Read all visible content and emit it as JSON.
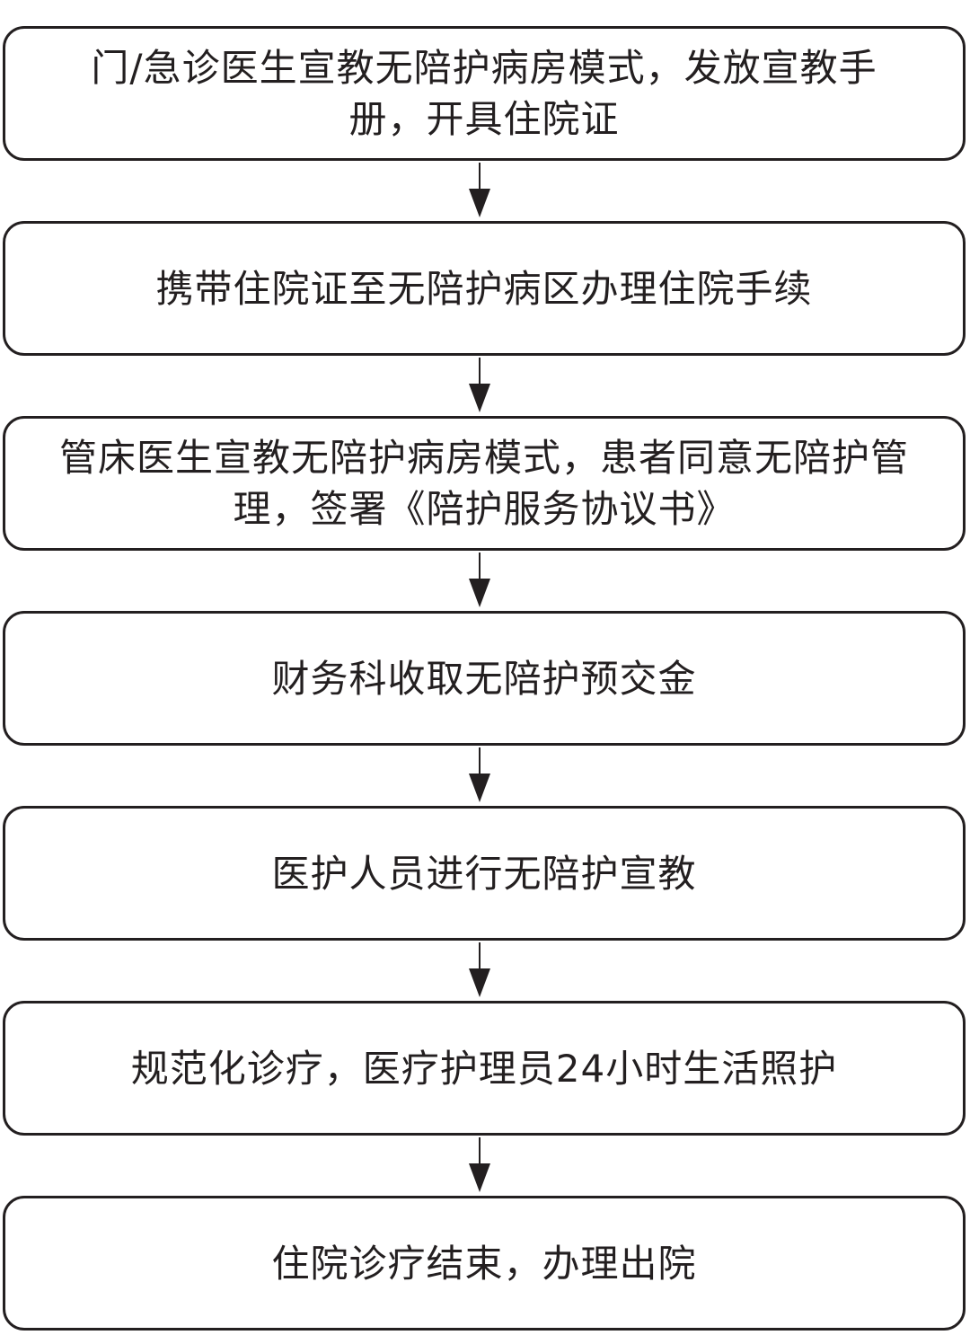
{
  "steps": [
    {
      "text": "门/急诊医生宣教无陪护病房模式，发放宣教手册，开具住院证"
    },
    {
      "text": "携带住院证至无陪护病区办理住院手续"
    },
    {
      "text": "管床医生宣教无陪护病房模式，患者同意无陪护管理，签署《陪护服务协议书》"
    },
    {
      "text": "财务科收取无陪护预交金"
    },
    {
      "text": "医护人员进行无陪护宣教"
    },
    {
      "text": "规范化诊疗，医疗护理员24小时生活照护"
    },
    {
      "text": "住院诊疗结束，办理出院"
    }
  ],
  "colors": {
    "border": "#231f20",
    "text": "#231f20",
    "background": "#ffffff"
  }
}
